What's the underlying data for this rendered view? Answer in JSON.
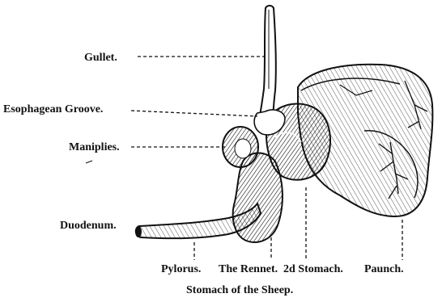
{
  "labels": {
    "gullet": "Gullet.",
    "esophageal_groove": "Esophagean Groove.",
    "maniplies": "Maniplies.",
    "duodenum": "Duodenum.",
    "pylorus": "Pylorus.",
    "rennet": "The Rennet.",
    "second_stomach": "2d Stomach.",
    "paunch": "Paunch."
  },
  "caption": "Stomach of the Sheep.",
  "colors": {
    "ink": "#111111",
    "paper": "#ffffff"
  }
}
